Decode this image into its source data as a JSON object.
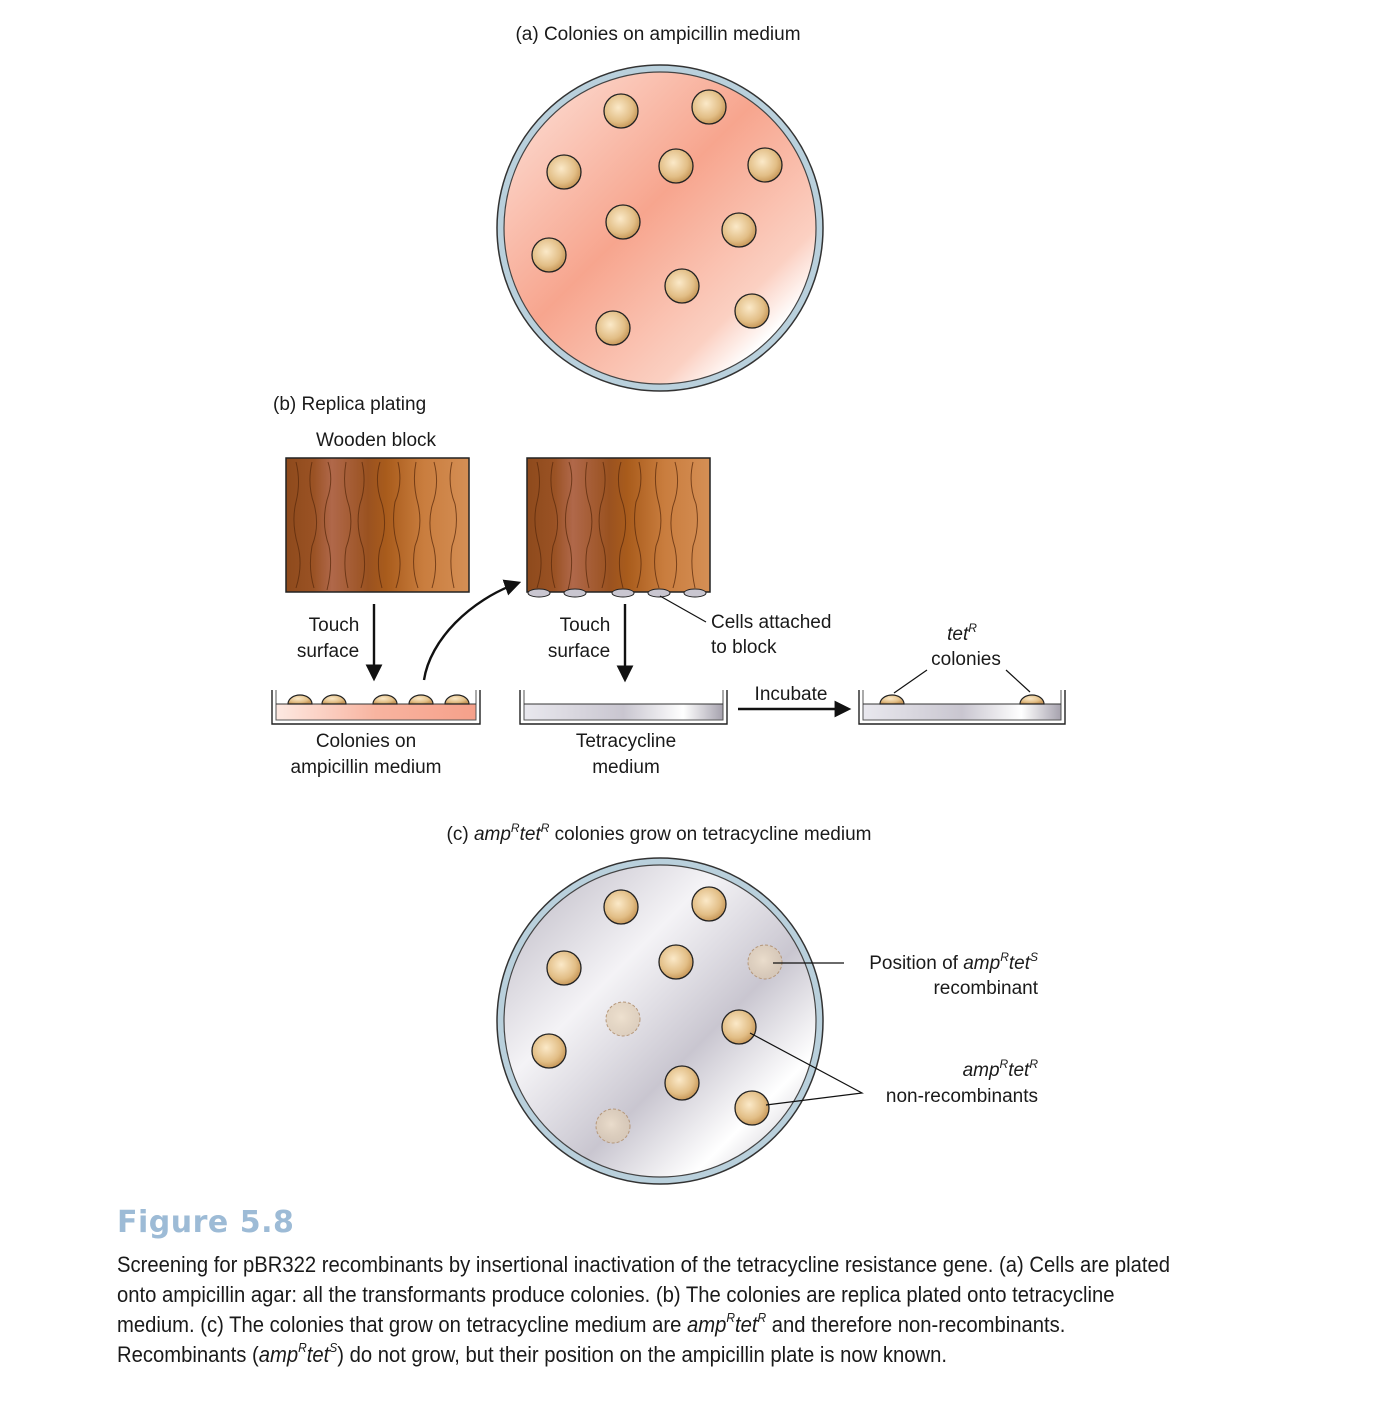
{
  "panel_a": {
    "title": "(a) Colonies on ampicillin medium"
  },
  "panel_b": {
    "title": "(b) Replica plating",
    "block_label": "Wooden block",
    "touch_surface_1": [
      "Touch",
      "surface"
    ],
    "touch_surface_2": [
      "Touch",
      "surface"
    ],
    "cells_attached": [
      "Cells attached",
      "to block"
    ],
    "plate_1_label": [
      "Colonies on",
      "ampicillin medium"
    ],
    "plate_2_label": [
      "Tetracycline",
      "medium"
    ],
    "incubate": "Incubate",
    "tet_r_italic": "tet",
    "tet_r_sup": "R",
    "tet_colonies": "colonies"
  },
  "panel_c": {
    "title_prefix": "(c) ",
    "title_amp": "amp",
    "title_sup1": "R",
    "title_tet": "tet",
    "title_sup2": "R",
    "title_suffix": " colonies grow on tetracycline medium",
    "position_of": "Position of ",
    "pos_amp": "amp",
    "pos_sup1": "R",
    "pos_tet": "tet",
    "pos_sup2": "S",
    "recombinant": "recombinant",
    "nr_amp": "amp",
    "nr_sup1": "R",
    "nr_tet": "tet",
    "nr_sup2": "R",
    "non_recombinants": "non-recombinants"
  },
  "caption": {
    "title": "Figure 5.8",
    "line1": "Screening for pBR322 recombinants by insertional inactivation of the tetracycline resistance gene. (a) Cells are plated onto ampicillin agar: all the transformants produce colonies. (b) The colonies are replica plated onto tetracycline medium. (c) The colonies that grow on tetracycline medium are ",
    "g1_amp": "amp",
    "g1_sup1": "R",
    "g1_tet": "tet",
    "g1_sup2": "R",
    "line2": " and therefore non-recombinants. Recombinants (",
    "g2_amp": "amp",
    "g2_sup1": "R",
    "g2_tet": "tet",
    "g2_sup2": "S",
    "line3": ") do not grow, but their position on the ampicillin plate is now known."
  },
  "colors": {
    "ampicillin_medium": "#f7a58e",
    "tetracycline_medium": "#c9c6d0",
    "colony": "#e2be86",
    "wood_dark": "#9c4f1f",
    "plate_rim": "#a9c4d3",
    "caption_title": "#9dbbd6"
  }
}
